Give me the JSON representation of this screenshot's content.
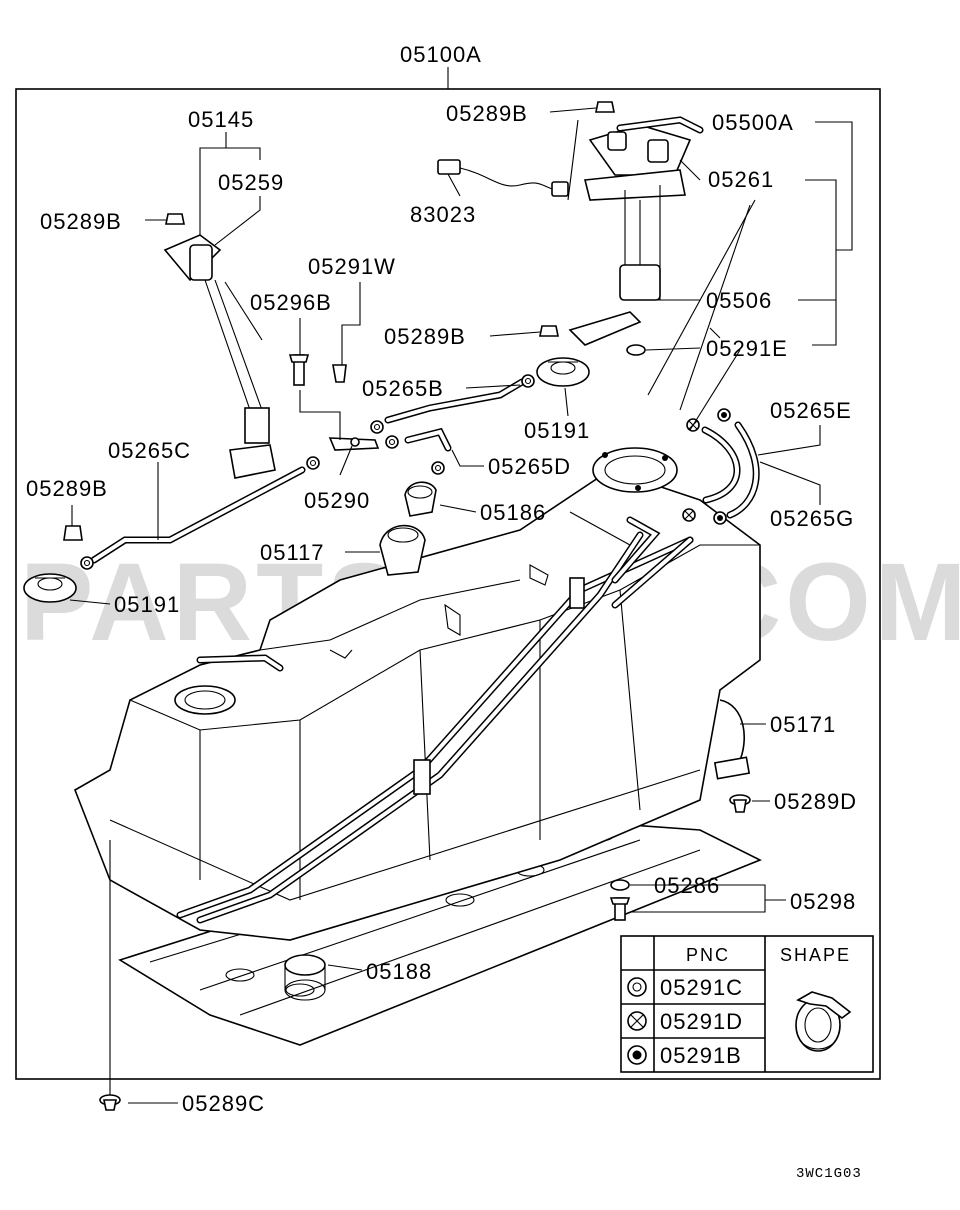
{
  "labels": {
    "assembly": "05100A",
    "pump_module": "05500A",
    "bolt_top": "05289B",
    "harness": "83023",
    "gauge_unit": "05145",
    "gauge_seal": "05259",
    "bolt_left_top": "05289B",
    "seal_pump": "05261",
    "clip_291w": "05291W",
    "bolt_296b": "05296B",
    "bolt_mid": "05289B",
    "filter_506": "05506",
    "clip_291e": "05291E",
    "hose_265b": "05265B",
    "cap_191_right": "05191",
    "hose_265e": "05265E",
    "hose_265c": "05265C",
    "hose_265d": "05265D",
    "bracket_290": "05290",
    "hose_265g": "05265G",
    "bolt_left_mid": "05289B",
    "valve_186": "05186",
    "valve_117": "05117",
    "cap_191_left": "05191",
    "strap_171": "05171",
    "bolt_289d": "05289D",
    "washer_286": "05286",
    "bolt_set_298": "05298",
    "band_188": "05188",
    "bolt_289c": "05289C"
  },
  "table": {
    "col_pnc": "PNC",
    "col_shape": "SHAPE",
    "rows": [
      {
        "symbol": "double-circle",
        "pnc": "05291C"
      },
      {
        "symbol": "crossed-circle",
        "pnc": "05291D"
      },
      {
        "symbol": "dot-circle",
        "pnc": "05291B"
      }
    ]
  },
  "watermark": "PARTSOUQ.COM",
  "figure_code": "3WC1G03"
}
